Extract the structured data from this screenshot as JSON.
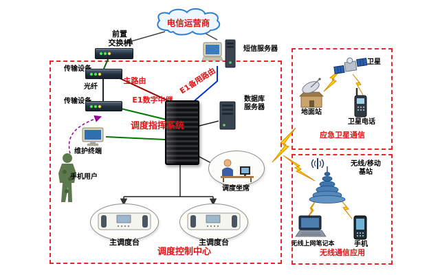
{
  "labels": {
    "cloud": "电信运营商",
    "front_switch": "前置\n交换机",
    "transmission1": "传输设备",
    "transmission2": "传输设备",
    "fiber": "光纤",
    "main_route": "主路由",
    "e1_backup_route": "E1备用路由",
    "e1_trunk": "E1数字中继",
    "sms_server": "短信服务器",
    "db_server": "数据库\n服务器",
    "dispatch_system": "调度指挥系统",
    "maintenance_terminal": "维护终端",
    "mobile_user": "手机用户",
    "dispatch_seat": "调度坐席",
    "console_left": "主调度台",
    "console_right": "主调度台",
    "control_center": "调度控制中心",
    "satellite": "卫星",
    "ground_station": "地面站",
    "satellite_phone": "卫星电话",
    "satellite_box_title": "应急卫星通信",
    "base_station": "无线/移动\n基站",
    "laptop": "无线上网笔记本",
    "phone": "手机",
    "wireless_box_title": "无线通信应用"
  },
  "colors": {
    "box_dash_red": "#e8262a",
    "title_red": "#e01515",
    "wire_green": "#007700",
    "wire_blue": "#0033cc",
    "wire_darkred": "#8b0000",
    "wire_purple": "#990099",
    "lightning_yellow": "#ffd400",
    "cloud_blue": "#2d7dd2"
  }
}
